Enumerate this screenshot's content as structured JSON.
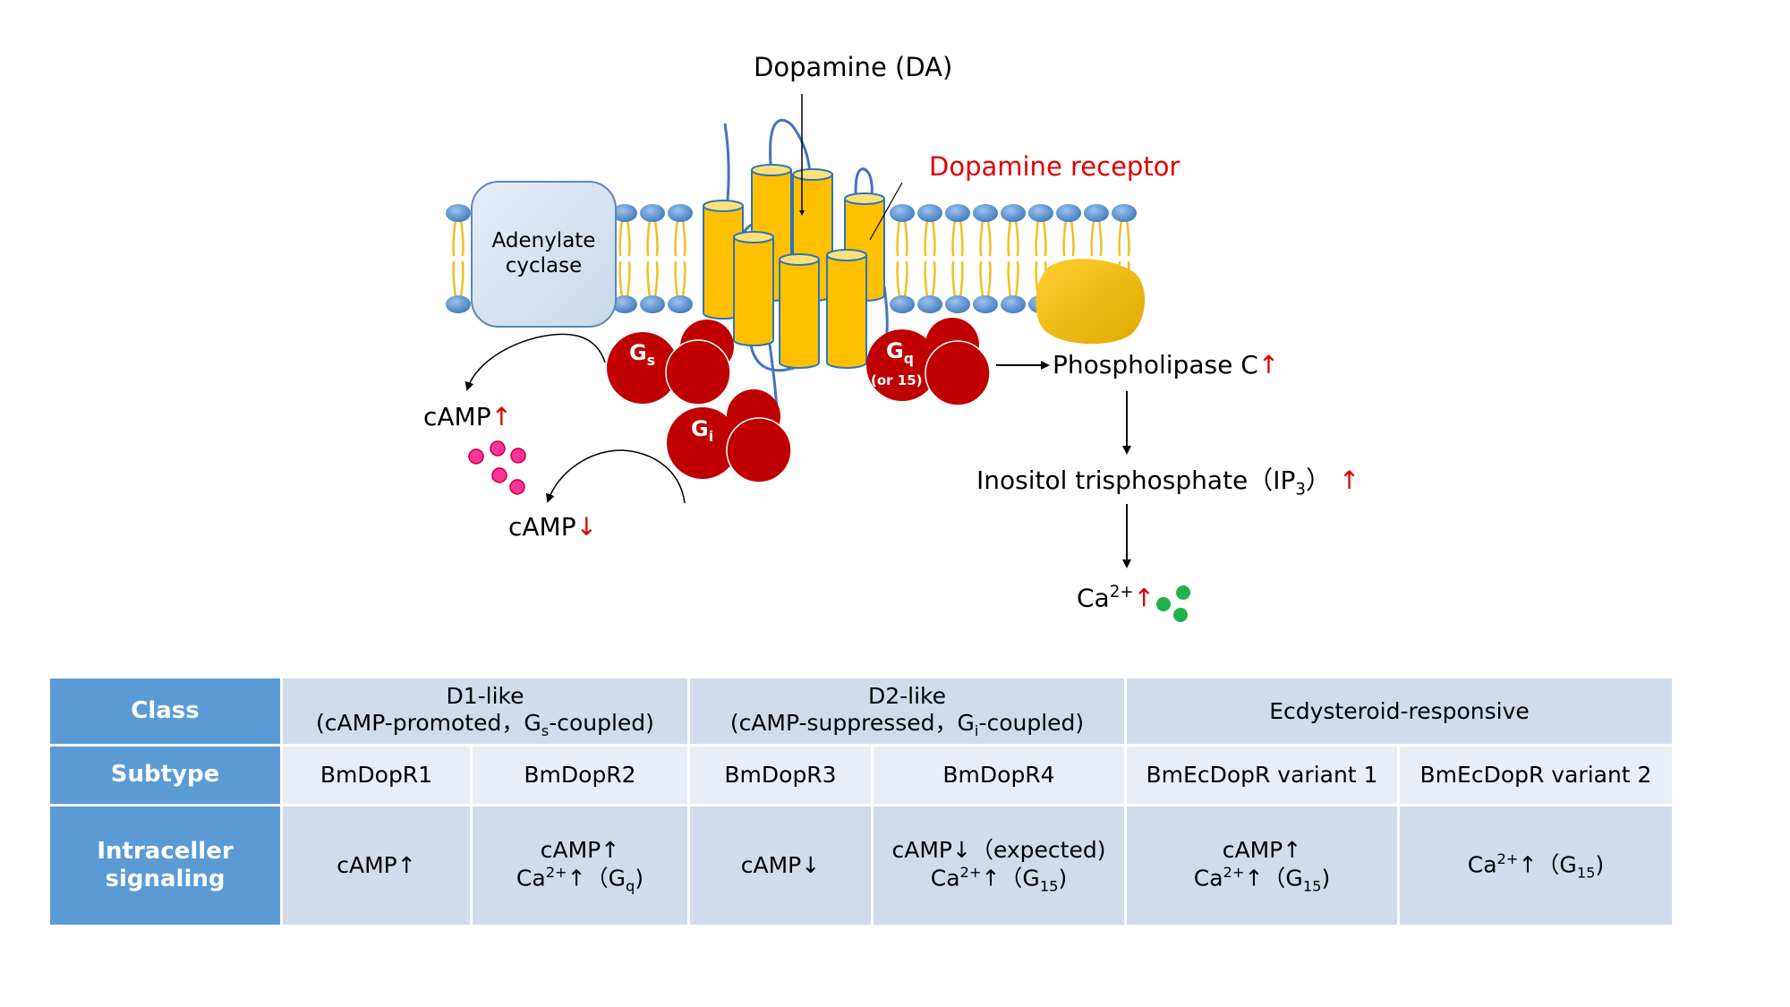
{
  "diagram": {
    "ligand_label": "Dopamine (DA)",
    "receptor_label": "Dopamine receptor",
    "enzyme_label_line1": "Adenylate",
    "enzyme_label_line2": "cyclase",
    "g_proteins": {
      "gs": {
        "main": "G",
        "sub": "s"
      },
      "gi": {
        "main": "G",
        "sub": "i"
      },
      "gq": {
        "main": "G",
        "sub": "q",
        "note": "(or 15)"
      }
    },
    "camp_up": {
      "text": "cAMP",
      "arrow": "↑"
    },
    "camp_down": {
      "text": "cAMP",
      "arrow": "↓"
    },
    "plc": {
      "text": "Phospholipase C",
      "arrow": "↑"
    },
    "ip3": {
      "text": "Inositol trisphosphate（IP",
      "sub": "3",
      "close": "）",
      "arrow": "↑"
    },
    "ca": {
      "text": "Ca",
      "sup": "2+",
      "arrow": "↑"
    },
    "colors": {
      "membrane_head": "#4a86c8",
      "lipid_tail": "#f0c020",
      "helix_fill": "#ffc000",
      "helix_stroke": "#2e75b6",
      "g_protein": "#c00000",
      "camp_dot": "#ff3399",
      "ca_dot": "#22b14c",
      "enzyme_fill": "#dbe7f4",
      "plc_fill": "#f5c000",
      "accent_red": "#e00000"
    }
  },
  "table": {
    "row_headers": [
      "Class",
      "Subtype",
      "Intraceller signaling"
    ],
    "classes": [
      {
        "line1": "D1-like",
        "line2_pre": "(cAMP-promoted，G",
        "line2_sub": "s",
        "line2_post": "-coupled)"
      },
      {
        "line1": "D2-like",
        "line2_pre": "(cAMP-suppressed，G",
        "line2_sub": "i",
        "line2_post": "-coupled)"
      },
      {
        "line1": "Ecdysteroid-responsive"
      }
    ],
    "subtypes": [
      "BmDopR1",
      "BmDopR2",
      "BmDopR3",
      "BmDopR4",
      "BmEcDopR variant 1",
      "BmEcDopR variant 2"
    ],
    "signaling": [
      {
        "l1": "cAMP↑"
      },
      {
        "l1": "cAMP↑",
        "l2_pre": "Ca",
        "l2_sup": "2+",
        "l2_mid": "↑（G",
        "l2_sub": "q",
        "l2_post": ")"
      },
      {
        "l1": "cAMP↓"
      },
      {
        "l1": "cAMP↓（expected)",
        "l2_pre": "Ca",
        "l2_sup": "2+",
        "l2_mid": "↑（G",
        "l2_sub": "15",
        "l2_post": ")"
      },
      {
        "l1": "cAMP↑",
        "l2_pre": "Ca",
        "l2_sup": "2+",
        "l2_mid": "↑（G",
        "l2_sub": "15",
        "l2_post": ")"
      },
      {
        "l1_pre": "Ca",
        "l1_sup": "2+",
        "l1_mid": "↑（G",
        "l1_sub": "15",
        "l1_post": ")"
      }
    ]
  }
}
